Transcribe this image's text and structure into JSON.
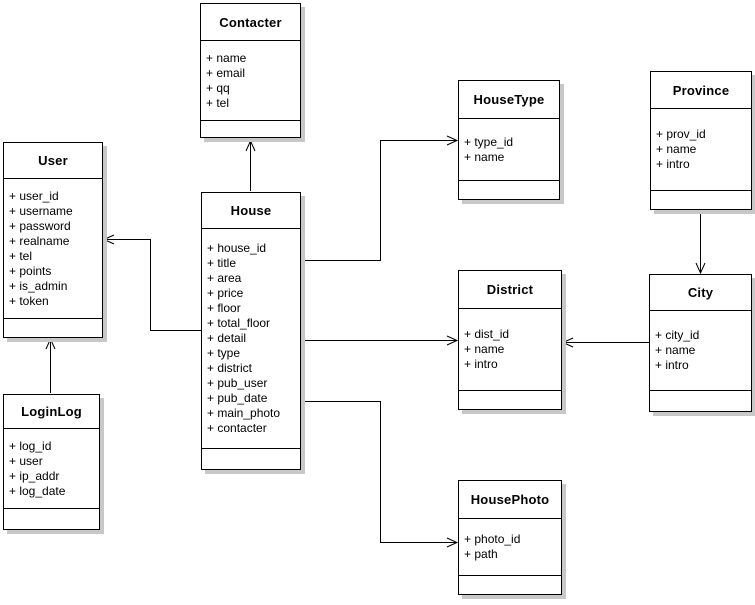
{
  "diagram": {
    "type": "uml-class-diagram",
    "colors": {
      "background": "#ffffff",
      "box_fill": "#ffffff",
      "box_border": "#000000",
      "line": "#000000",
      "shadow": "#c8c8c8",
      "text": "#000000"
    }
  },
  "classes": [
    {
      "name": "Contacter",
      "fields": [
        "+ name",
        "+ email",
        "+ qq",
        "+ tel"
      ]
    },
    {
      "name": "User",
      "fields": [
        "+ user_id",
        "+ username",
        "+ password",
        "+ realname",
        "+ tel",
        "+ points",
        "+ is_admin",
        "+ token"
      ]
    },
    {
      "name": "LoginLog",
      "fields": [
        "+ log_id",
        "+ user",
        "+ ip_addr",
        "+ log_date"
      ]
    },
    {
      "name": "House",
      "fields": [
        "+ house_id",
        "+ title",
        "+ area",
        "+ price",
        "+ floor",
        "+ total_floor",
        "+ detail",
        "+ type",
        "+ district",
        "+ pub_user",
        "+ pub_date",
        "+ main_photo",
        "+ contacter"
      ]
    },
    {
      "name": "HouseType",
      "fields": [
        "+ type_id",
        "+ name"
      ]
    },
    {
      "name": "Province",
      "fields": [
        "+ prov_id",
        "+ name",
        "+ intro"
      ]
    },
    {
      "name": "District",
      "fields": [
        "+ dist_id",
        "+ name",
        "+ intro"
      ]
    },
    {
      "name": "City",
      "fields": [
        "+ city_id",
        "+ name",
        "+ intro"
      ]
    },
    {
      "name": "HousePhoto",
      "fields": [
        "+ photo_id",
        "+ path"
      ]
    }
  ],
  "relations": [
    {
      "from": "House",
      "to": "Contacter"
    },
    {
      "from": "House",
      "to": "User"
    },
    {
      "from": "LoginLog",
      "to": "User"
    },
    {
      "from": "House",
      "to": "HouseType"
    },
    {
      "from": "House",
      "to": "District"
    },
    {
      "from": "House",
      "to": "HousePhoto"
    },
    {
      "from": "Province",
      "to": "City"
    },
    {
      "from": "City",
      "to": "District"
    }
  ]
}
